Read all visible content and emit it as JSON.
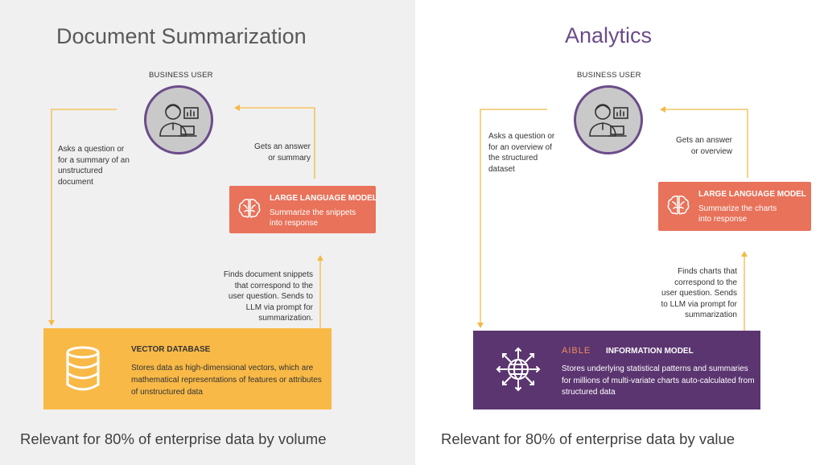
{
  "left": {
    "title": "Document Summarization",
    "user_label": "BUSINESS USER",
    "ask_note": [
      "Asks a question or",
      "for a summary of an",
      "unstructured",
      "document"
    ],
    "answer_note": [
      "Gets an answer",
      "or summary"
    ],
    "llm": {
      "title": "LARGE LANGUAGE MODEL",
      "desc": [
        "Summarize the snippets",
        "into response"
      ]
    },
    "find_note": [
      "Finds document snippets",
      "that correspond to the",
      "user question. Sends to",
      "LLM via prompt for",
      "summarization."
    ],
    "db": {
      "title": "VECTOR DATABASE",
      "desc": "Stores data as high-dimensional vectors, which are mathematical representations of features or attributes of unstructured data"
    },
    "footer": "Relevant for 80% of enterprise data by volume"
  },
  "right": {
    "title": "Analytics",
    "user_label": "BUSINESS USER",
    "ask_note": [
      "Asks a question or",
      "for an overview of",
      "the structured",
      "dataset"
    ],
    "answer_note": [
      "Gets an answer",
      "or overview"
    ],
    "llm": {
      "title": "LARGE LANGUAGE MODEL",
      "desc": [
        "Summarize the charts",
        "into response"
      ]
    },
    "find_note": [
      "Finds charts that",
      "correspond to the",
      "user question. Sends",
      "to LLM via prompt for",
      "summarization"
    ],
    "im": {
      "brand": "AIBLE",
      "title": "INFORMATION MODEL",
      "desc": "Stores underlying statistical patterns and summaries for millions of multi-variate charts auto-calculated from structured data"
    },
    "footer": "Relevant for 80% of enterprise data by value"
  },
  "colors": {
    "left_bg": "#f0f0f0",
    "llm_box": "#e8725a",
    "vector_db_box": "#f8b947",
    "info_model_box": "#5b3570",
    "avatar_ring": "#6b4c8a",
    "arrow": "#f5b945",
    "analytics_title": "#6b4c8a"
  },
  "icons": {
    "user": "business-user-icon",
    "llm": "brain-icon",
    "db": "database-icon",
    "im": "globe-network-icon"
  }
}
